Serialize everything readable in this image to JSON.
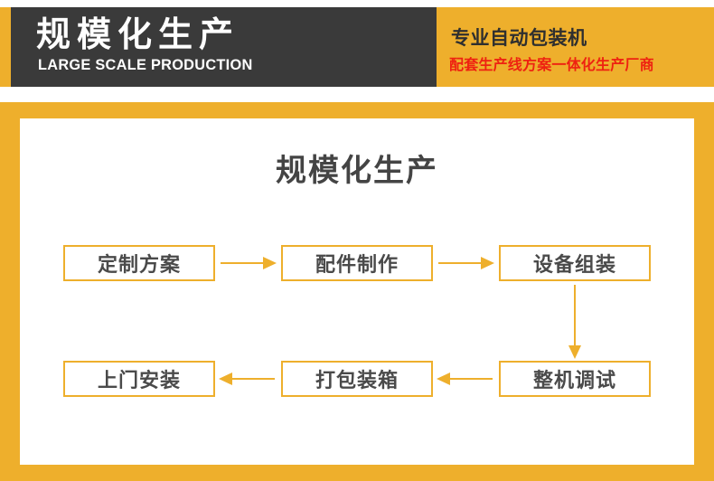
{
  "banner": {
    "brand_cn": "规模化生产",
    "brand_en": "LARGE SCALE PRODUCTION",
    "tagline_main": "专业自动包装机",
    "tagline_sub": "配套生产线方案一体化生产厂商",
    "accent_color": "#eeaf2c",
    "dark_color": "#3a3a3a",
    "sub_color": "#ee2211"
  },
  "content": {
    "section_title": "规模化生产",
    "frame_color": "#eeaf2c",
    "node_border_color": "#eeaf2c",
    "node_text_color": "#4a4a4a",
    "flow_nodes": [
      {
        "id": "custom-plan",
        "label": "定制方案"
      },
      {
        "id": "parts-fabrication",
        "label": "配件制作"
      },
      {
        "id": "equipment-assembly",
        "label": "设备组装"
      },
      {
        "id": "machine-debugging",
        "label": "整机调试"
      },
      {
        "id": "packing-crating",
        "label": "打包装箱"
      },
      {
        "id": "onsite-install",
        "label": "上门安装"
      }
    ],
    "arrows": [
      {
        "id": "arrow-1",
        "direction": "right",
        "from": "定制方案",
        "to": "配件制作"
      },
      {
        "id": "arrow-2",
        "direction": "right",
        "from": "配件制作",
        "to": "设备组装"
      },
      {
        "id": "arrow-3",
        "direction": "down",
        "from": "设备组装",
        "to": "整机调试"
      },
      {
        "id": "arrow-4",
        "direction": "left",
        "from": "整机调试",
        "to": "打包装箱"
      },
      {
        "id": "arrow-5",
        "direction": "left",
        "from": "打包装箱",
        "to": "上门安装"
      }
    ]
  }
}
